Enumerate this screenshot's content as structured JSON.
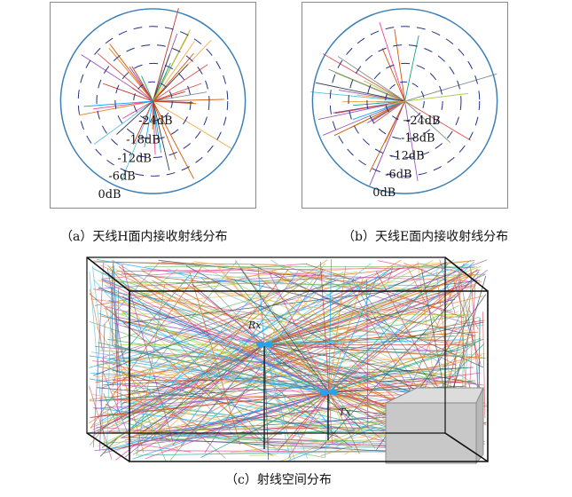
{
  "panel_a": {
    "caption": "（a）天线H面内接收射线分布",
    "ring_labels": [
      "-24dB",
      "-18dB",
      "-12dB",
      "-6dB",
      "0dB"
    ]
  },
  "panel_b": {
    "caption": "（b）天线E面内接收射线分布",
    "ring_labels": [
      "-24dB",
      "-18dB",
      "-12dB",
      "-6dB",
      "0dB"
    ]
  },
  "panel_c": {
    "caption": "（c）射线空间分布",
    "rx_label": "Rx",
    "tx_label": "Tx"
  },
  "colors": {
    "ring_outer": "#3a7fb5",
    "ring_dashed": "#1f2f8a",
    "box_edge": "#111111",
    "node": "#2aa0e6",
    "obstacle": "#c8c8c8"
  }
}
